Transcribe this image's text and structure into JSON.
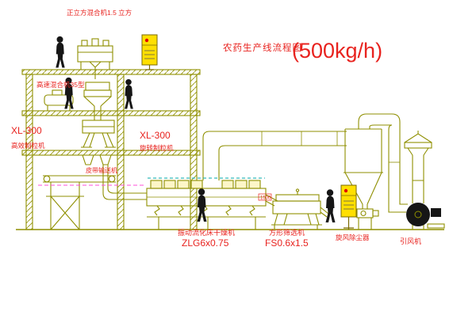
{
  "title": {
    "main": "农药生产线流程图",
    "capacity": "(500kg/h)"
  },
  "equipment_labels": {
    "cube_mixer": "正立方混合机1.5 立方",
    "high_speed_mixer": "高速混合机35型",
    "left_granulator": {
      "model": "XL-300",
      "name": "高效制粒机"
    },
    "mid_granulator": {
      "model": "XL-300",
      "name": "旋转制粒机"
    },
    "belt_conveyor": "皮带输送机",
    "fluid_bed_dryer": {
      "name": "振动流化床干燥机",
      "model": "ZLG6x0.75"
    },
    "square_sieve": {
      "name": "方形筛选机",
      "model": "FS0.6x1.5",
      "dim_tag": "1500"
    },
    "cyclone_dust_collector": "旋风除尘器",
    "induced_draft_fan": "引风机"
  },
  "colors": {
    "background": "#ffffff",
    "machine_line": "#8f8f00",
    "label_red": "#e8231f",
    "panel_yellow": "#ffdf00",
    "silhouette_black": "#161616",
    "dash_cyan": "#00a8a8",
    "dash_magenta": "#ff4fd8"
  }
}
